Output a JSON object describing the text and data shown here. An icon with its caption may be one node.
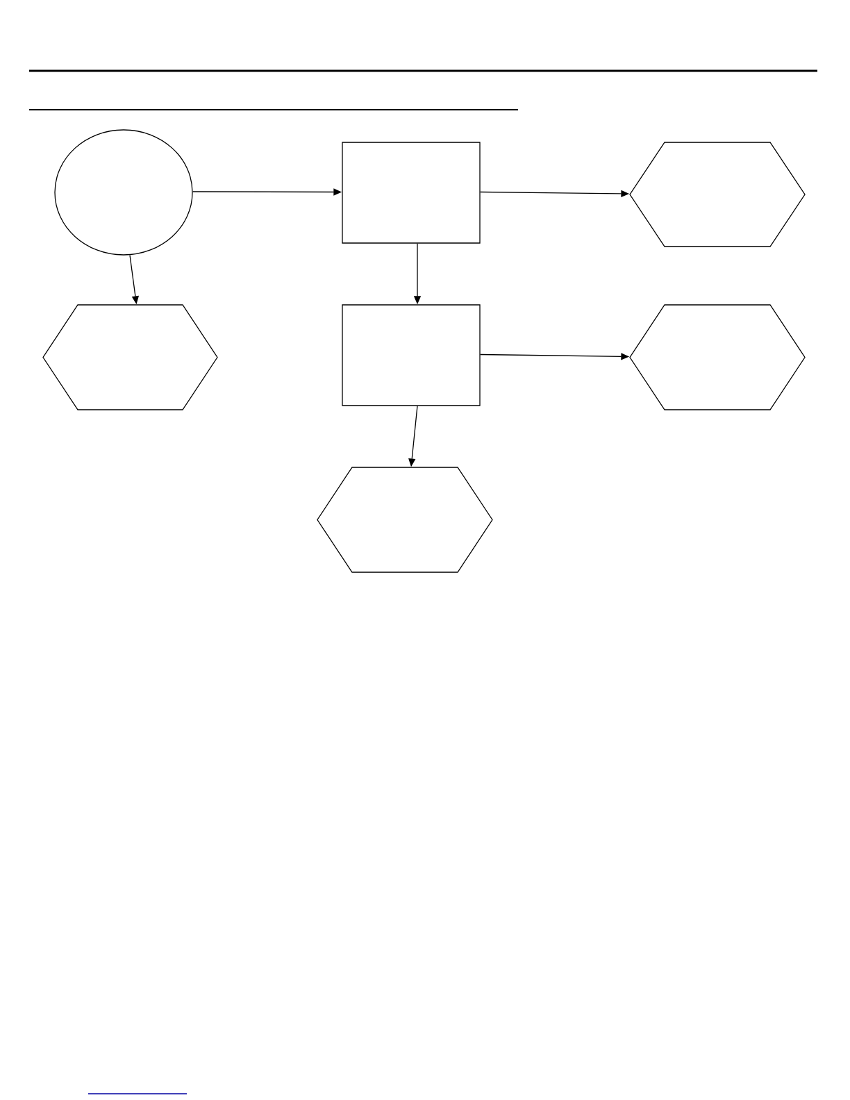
{
  "diagram": {
    "nodes": [
      {
        "text": [],
        "shape": "circle"
      },
      {
        "text": [],
        "shape": "box"
      },
      {
        "text": [],
        "shape": "hexagon"
      },
      {
        "text": [],
        "shape": "hexagon"
      },
      {
        "text": [],
        "shape": "box"
      },
      {
        "text": [],
        "shape": "hexagon"
      },
      {
        "text": [],
        "shape": "hexagon"
      }
    ],
    "edges": [
      {
        "from": 0,
        "to": 1,
        "arrow": "to"
      },
      {
        "from": 1,
        "to": 2,
        "arrow": "to"
      },
      {
        "from": 0,
        "to": 3,
        "arrow": "to"
      },
      {
        "from": 1,
        "to": 4,
        "arrow": "to"
      },
      {
        "from": 4,
        "to": 5,
        "arrow": "to"
      },
      {
        "from": 4,
        "to": 6,
        "arrow": "to"
      }
    ]
  }
}
